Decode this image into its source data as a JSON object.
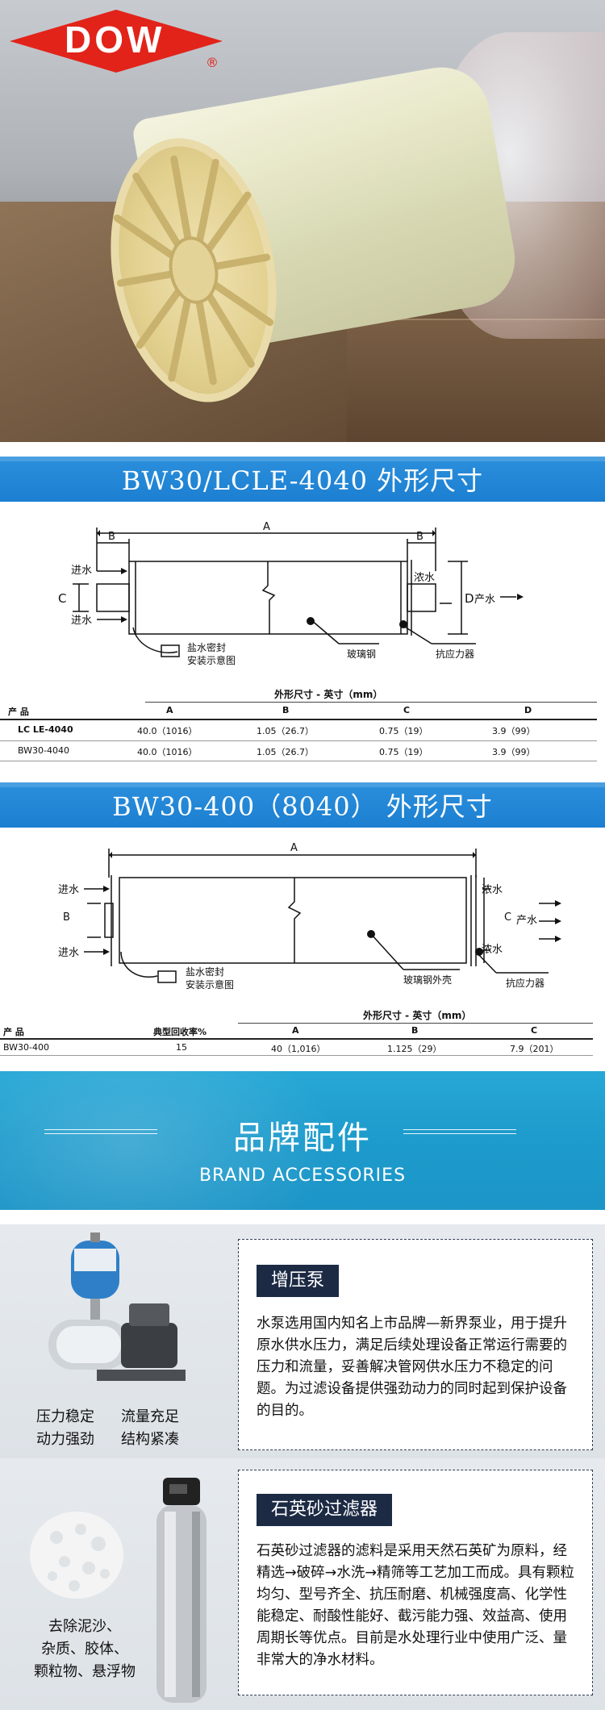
{
  "brand_logo": {
    "text": "DOW",
    "reg": "®",
    "colors": {
      "diamond": "#e2231a",
      "text": "#ffffff"
    }
  },
  "section1": {
    "title": "BW30/LCLE-4040 外形尺寸",
    "diagram": {
      "dim_A": "A",
      "dim_B_left": "B",
      "dim_B_right": "B",
      "dim_C": "C",
      "dim_D": "D",
      "inlet_top": "进水",
      "inlet_bottom": "进水",
      "concentrate": "浓水",
      "product": "产水",
      "seal_line1": "盐水密封",
      "seal_line2": "安装示意图",
      "fiberglass": "玻璃钢",
      "anti_telescoping": "抗应力器"
    },
    "table": {
      "group_header": "外形尺寸 - 英寸（mm）",
      "col_product": "产 品",
      "columns": [
        "A",
        "B",
        "C",
        "D"
      ],
      "rows": [
        {
          "name": "LC LE-4040",
          "values": [
            "40.0（1016）",
            "1.05（26.7）",
            "0.75（19）",
            "3.9（99）"
          ]
        },
        {
          "name": "BW30-4040",
          "values": [
            "40.0（1016）",
            "1.05（26.7）",
            "0.75（19）",
            "3.9（99）"
          ]
        }
      ]
    }
  },
  "section2": {
    "title": "BW30-400（8040） 外形尺寸",
    "diagram": {
      "dim_A": "A",
      "dim_B": "B",
      "dim_C": "C",
      "inlet_top": "进水",
      "inlet_bottom": "进水",
      "concentrate_top": "浓水",
      "concentrate_bottom": "浓水",
      "product": "产水",
      "seal_line1": "盐水密封",
      "seal_line2": "安装示意图",
      "fiberglass": "玻璃钢外壳",
      "anti_telescoping": "抗应力器"
    },
    "table": {
      "group_header": "外形尺寸 - 英寸（mm）",
      "col_product": "产 品",
      "col_recovery": "典型回收率%",
      "columns": [
        "A",
        "B",
        "C"
      ],
      "rows": [
        {
          "name": "BW30-400",
          "recovery": "15",
          "values": [
            "40（1,016）",
            "1.125（29）",
            "7.9（201）"
          ]
        }
      ]
    }
  },
  "brand_banner": {
    "cn": "品牌配件",
    "en": "BRAND ACCESSORIES"
  },
  "accessory_pump": {
    "tag": "增压泵",
    "caption_left": [
      "压力稳定",
      "动力强劲"
    ],
    "caption_right": [
      "流量充足",
      "结构紧凑"
    ],
    "description": "水泵选用国内知名上市品牌—新界泵业，用于提升原水供水压力，满足后续处理设备正常运行需要的压力和流量，妥善解决管网供水压力不稳定的问题。为过滤设备提供强劲动力的同时起到保护设备的目的。"
  },
  "accessory_filter": {
    "tag": "石英砂过滤器",
    "caption": [
      "去除泥沙、",
      "杂质、胶体、",
      "颗粒物、悬浮物"
    ],
    "description": "石英砂过滤器的滤料是采用天然石英矿为原料，经精选→破碎→水洗→精筛等工艺加工而成。具有颗粒均匀、型号齐全、抗压耐磨、机械强度高、化学性能稳定、耐酸性能好、截污能力强、效益高、使用周期长等优点。目前是水处理行业中使用广泛、量非常大的净水材料。"
  },
  "colors": {
    "section_blue": "#1c7fd1",
    "brand_blue": "#1d9bcc",
    "tag_navy": "#1c2a44"
  }
}
